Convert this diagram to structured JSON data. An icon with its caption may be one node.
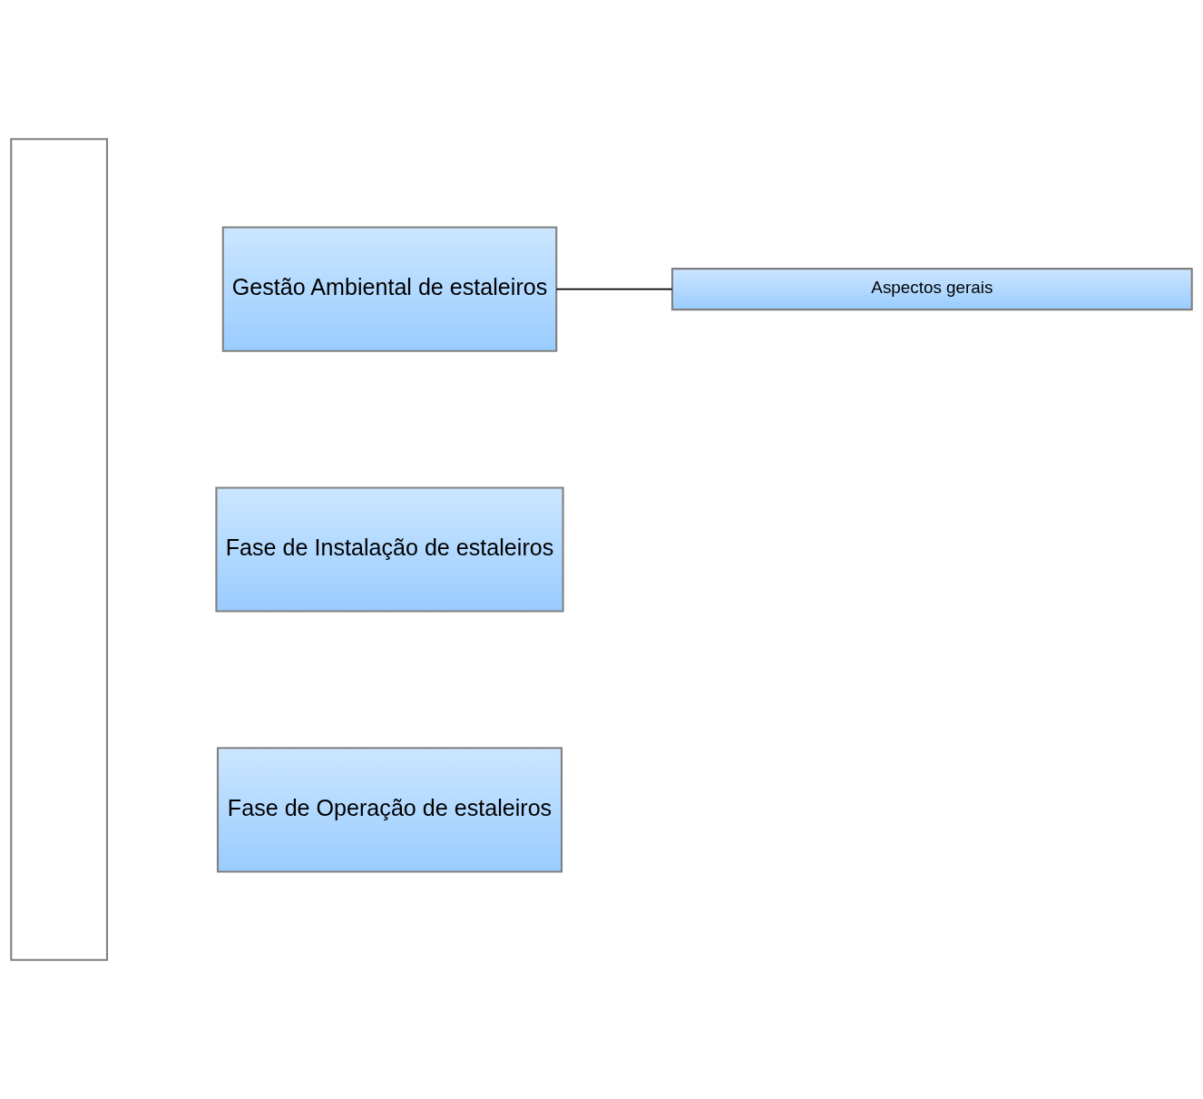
{
  "diagram": {
    "nodes": [
      {
        "text": [],
        "shape": "bar"
      },
      {
        "text": [
          "Gestão Ambiental de estaleiros"
        ]
      },
      {
        "text": [
          "Fase de Instalação de estaleiros"
        ]
      },
      {
        "text": [
          "Fase de Operação de estaleiros"
        ]
      },
      {
        "text": [
          "Aspectos gerais"
        ]
      }
    ],
    "edges": [
      {
        "from": 1,
        "to": 4,
        "arrow": "none"
      }
    ]
  }
}
